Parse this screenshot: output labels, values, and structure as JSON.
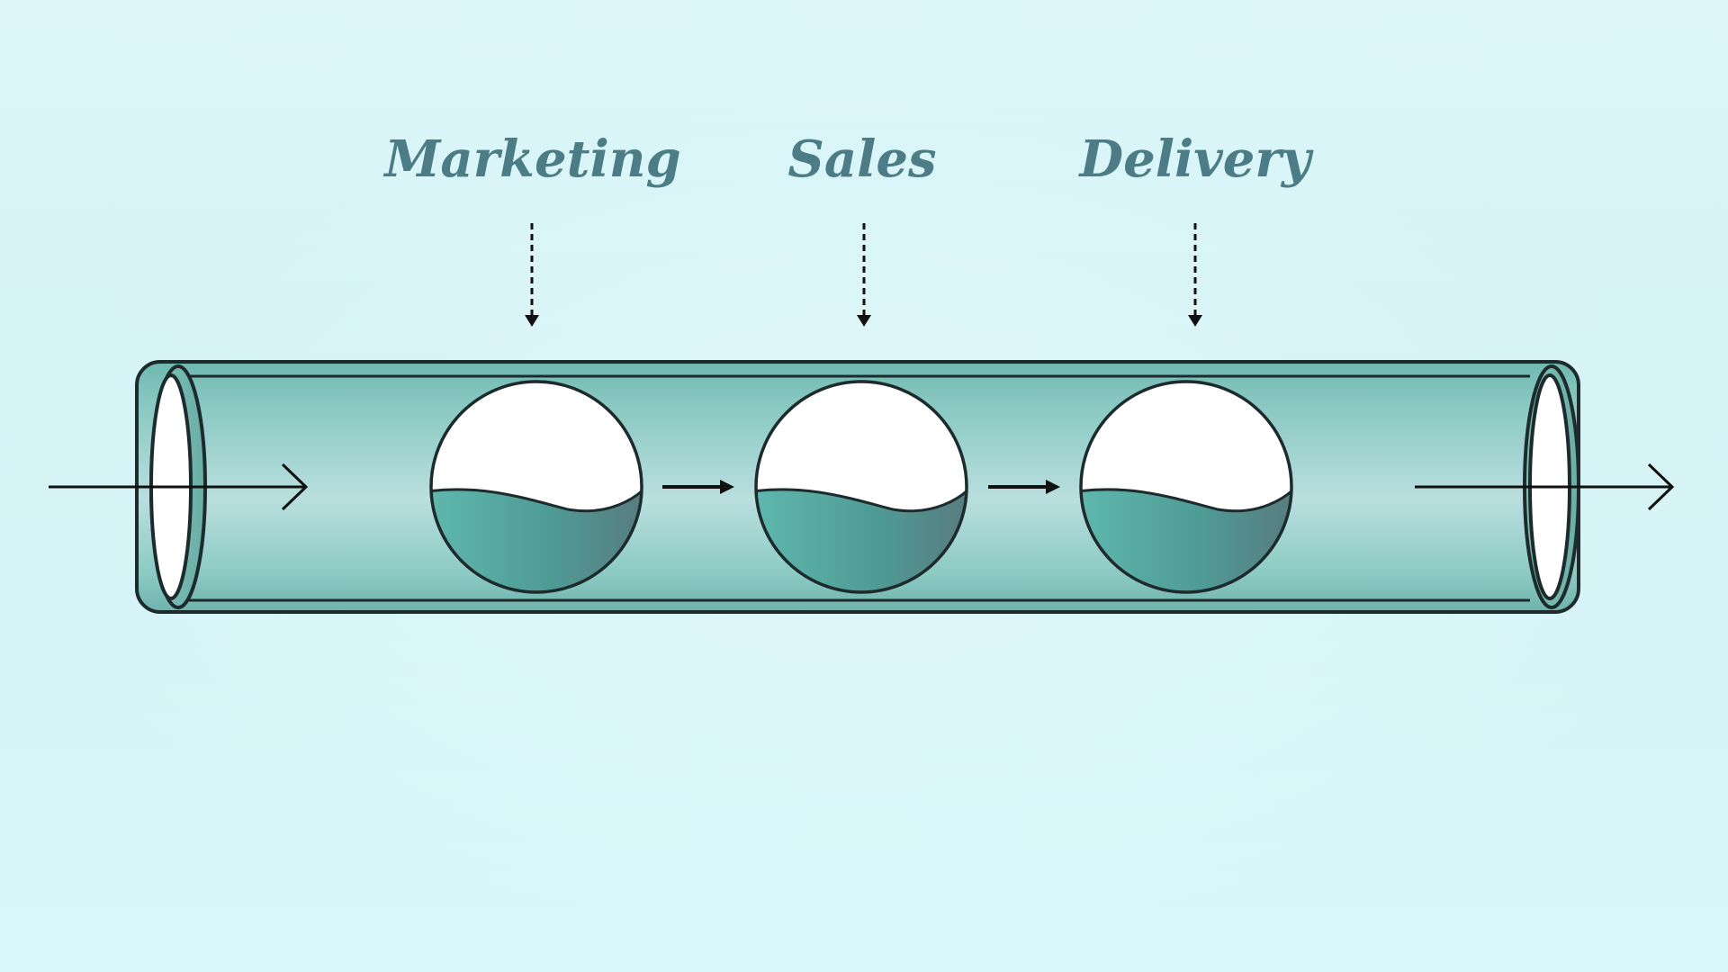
{
  "stages": [
    {
      "label": "Marketing",
      "fill_level": 0.47
    },
    {
      "label": "Sales",
      "fill_level": 0.47
    },
    {
      "label": "Delivery",
      "fill_level": 0.47
    }
  ],
  "colors": {
    "background": "#d8f5f8",
    "label_text": "#4c7d87",
    "tube_fill": "#8ccac4",
    "tube_outline": "#1d2b2c",
    "liquid_light": "#5fb8ad",
    "liquid_dark": "#587b80",
    "bowl_empty": "#ffffff",
    "arrow": "#111111"
  },
  "icons": {
    "input_arrow": "arrow-right-open-icon",
    "output_arrow": "arrow-right-open-icon",
    "stage_pointer": "dashed-arrow-down-icon",
    "transfer_arrow": "arrow-right-solid-icon"
  }
}
